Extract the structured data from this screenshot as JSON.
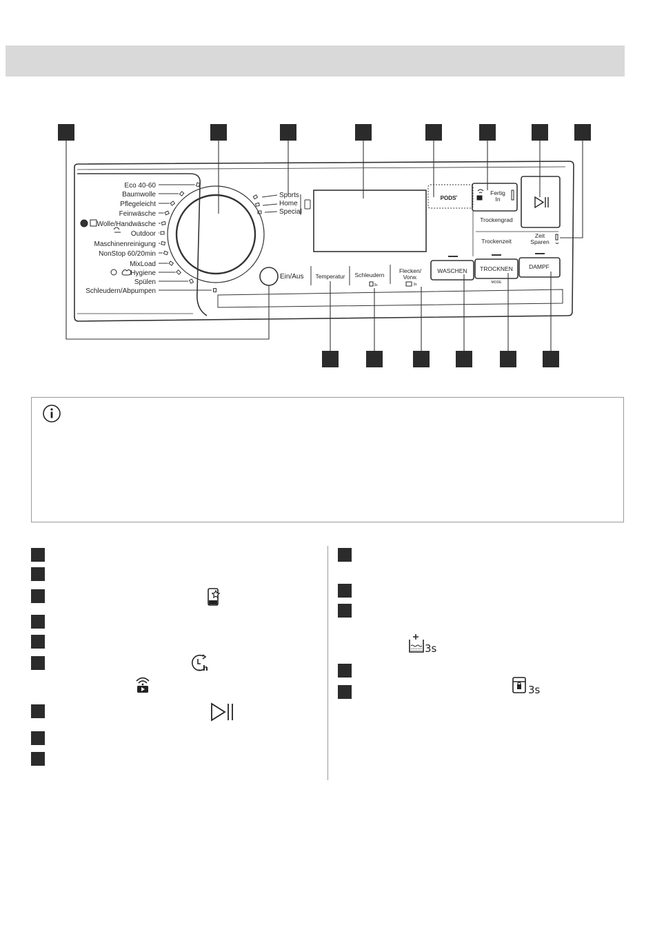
{
  "panel": {
    "programs": [
      "Eco 40-60",
      "Baumwolle",
      "Pflegeleicht",
      "Feinwäsche",
      "Wolle/Handwäsche",
      "Outdoor",
      "Maschinenreinigung",
      "NonStop 60/20min",
      "MixLoad",
      "Hygiene",
      "Spülen",
      "Schleudern/Abpumpen"
    ],
    "app_programs": [
      "Sports",
      "Home",
      "Special"
    ],
    "power_label": "Ein/Aus",
    "buttons": {
      "temperature": "Temperatur",
      "spin": "Schleudern",
      "spin_sub": "3s",
      "stain_line1": "Flecken/",
      "stain_line2": "Vorw.",
      "stain_sub": "3s",
      "pods": "PODS",
      "pods_mark": "+",
      "finish_line1": "Fertig",
      "finish_line2": "In",
      "dry_level": "Trockengrad",
      "dry_time": "Trockenzeit",
      "time_save_line1": "Zeit",
      "time_save_line2": "Sparen",
      "wash": "WASCHEN",
      "dry": "TROCKNEN",
      "mode": "MODE",
      "steam": "DAMPF"
    }
  },
  "legend_icons": {
    "s3": "3s"
  },
  "icons": [
    "info-icon",
    "app-star-icon",
    "delay-timer-icon",
    "remote-start-icon",
    "play-pause-icon",
    "stain-icon",
    "child-lock-icon"
  ]
}
